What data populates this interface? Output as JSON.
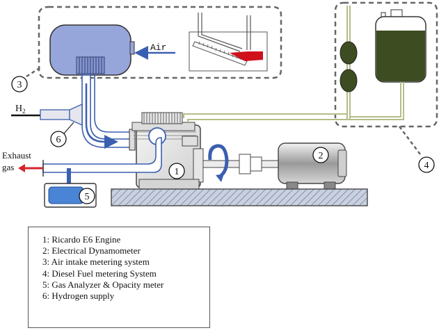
{
  "labels": {
    "air": "Air",
    "h2_main": "H",
    "h2_sub": "2",
    "exhaust_line1": "Exhaust",
    "exhaust_line2": "gas"
  },
  "callouts": [
    "1",
    "2",
    "3",
    "4",
    "5",
    "6"
  ],
  "legend": [
    "1: Ricardo E6 Engine",
    "2: Electrical Dynamometer",
    "3: Air intake metering system",
    "4: Diesel Fuel metering System",
    "5: Gas Analyzer & Opacity meter",
    "6: Hydrogen supply"
  ],
  "colors": {
    "air_tank": "#97a6da",
    "pipe_blue": "#3b5fb0",
    "fuel": "#3e4c21",
    "fuel_line": "#b5bd88",
    "exhaust_arrow": "#d3252b",
    "analyzer": "#4a84d4",
    "base": "#c9d0e0"
  }
}
